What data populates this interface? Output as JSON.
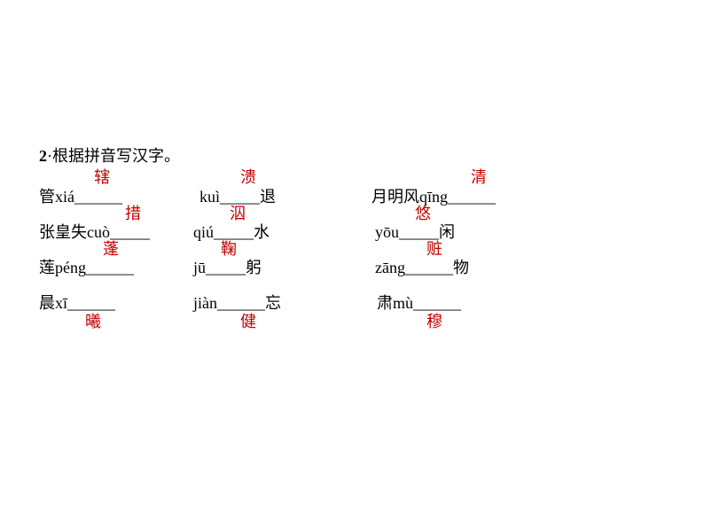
{
  "title": {
    "number": "2",
    "text": "·根据拼音写汉字。"
  },
  "items": [
    {
      "text": "管xiá______",
      "answer": "辖"
    },
    {
      "text": "kuì_____退",
      "answer": "溃"
    },
    {
      "text": "月明风qīng______",
      "answer": "清"
    },
    {
      "text": "张皇失cuò_____",
      "answer": "措"
    },
    {
      "text": "qiú_____水",
      "answer": "泅"
    },
    {
      "text": "yōu_____闲",
      "answer": "悠"
    },
    {
      "text": "莲péng______",
      "answer": "蓬"
    },
    {
      "text": "jū_____躬",
      "answer": "鞠"
    },
    {
      "text": "zāng______物",
      "answer": "赃"
    },
    {
      "text": "晨xī______",
      "answer": "曦"
    },
    {
      "text": "jiàn______忘",
      "answer": "健"
    },
    {
      "text": "肃mù______",
      "answer": "穆"
    }
  ],
  "colors": {
    "text": "#000000",
    "answer": "#c00000"
  }
}
